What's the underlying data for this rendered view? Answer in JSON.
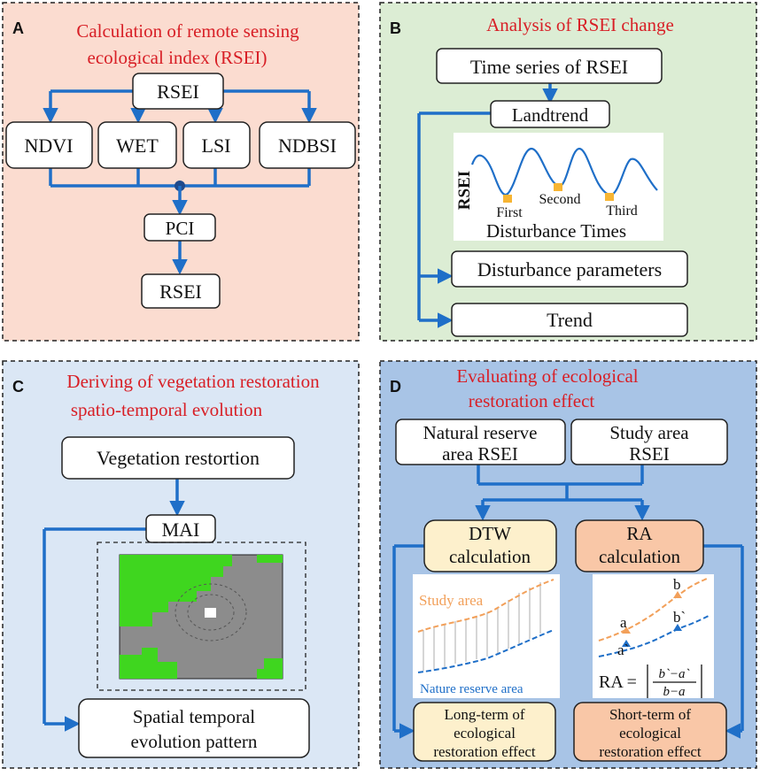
{
  "panel_a": {
    "letter": "A",
    "title_line1": "Calculation of remote  sensing",
    "title_line2": "ecological index (RSEI)",
    "top_box": "RSEI",
    "indices": [
      "NDVI",
      "WET",
      "LSI",
      "NDBSI"
    ],
    "pci": "PCI",
    "bottom_box": "RSEI",
    "bg_color": "#fbdcd0"
  },
  "panel_b": {
    "letter": "B",
    "title": "Analysis of RSEI change",
    "top_box": "Time series of RSEI",
    "landtrend": "Landtrend",
    "chart_ylabel": "RSEI",
    "chart_points": [
      "First",
      "Second",
      "Third"
    ],
    "chart_xlabel": "Disturbance Times",
    "out1": "Disturbance parameters",
    "out2": "Trend",
    "bg_color": "#dcedd4"
  },
  "panel_c": {
    "letter": "C",
    "title_line1": "Deriving of vegetation restoration",
    "title_line2": "spatio-temporal evolution",
    "top_box": "Vegetation restortion",
    "mai": "MAI",
    "out_line1": "Spatial temporal",
    "out_line2": "evolution pattern",
    "bg_color": "#dbe7f5"
  },
  "panel_d": {
    "letter": "D",
    "title_line1": "Evaluating of ecological",
    "title_line2": "restoration effect",
    "left_in_line1": "Natural reserve",
    "left_in_line2": "area RSEI",
    "right_in_line1": "Study area",
    "right_in_line2": "RSEI",
    "dtw_line1": "DTW",
    "dtw_line2": "calculation",
    "ra_line1": "RA",
    "ra_line2": "calculation",
    "dtw_study": "Study area",
    "dtw_nature": "Nature reserve area",
    "ra_label_b": "b",
    "ra_label_bp": "b`",
    "ra_label_a": "a",
    "ra_label_ap": "a`",
    "ra_formula_lhs": "RA =",
    "ra_num": "b`−a`",
    "ra_den": "b−a",
    "long_line1": "Long-term of",
    "long_line2": "ecological",
    "long_line3": "restoration effect",
    "short_line1": "Short-term of",
    "short_line2": "ecological",
    "short_line3": "restoration effect",
    "bg_color": "#a8c4e6"
  }
}
